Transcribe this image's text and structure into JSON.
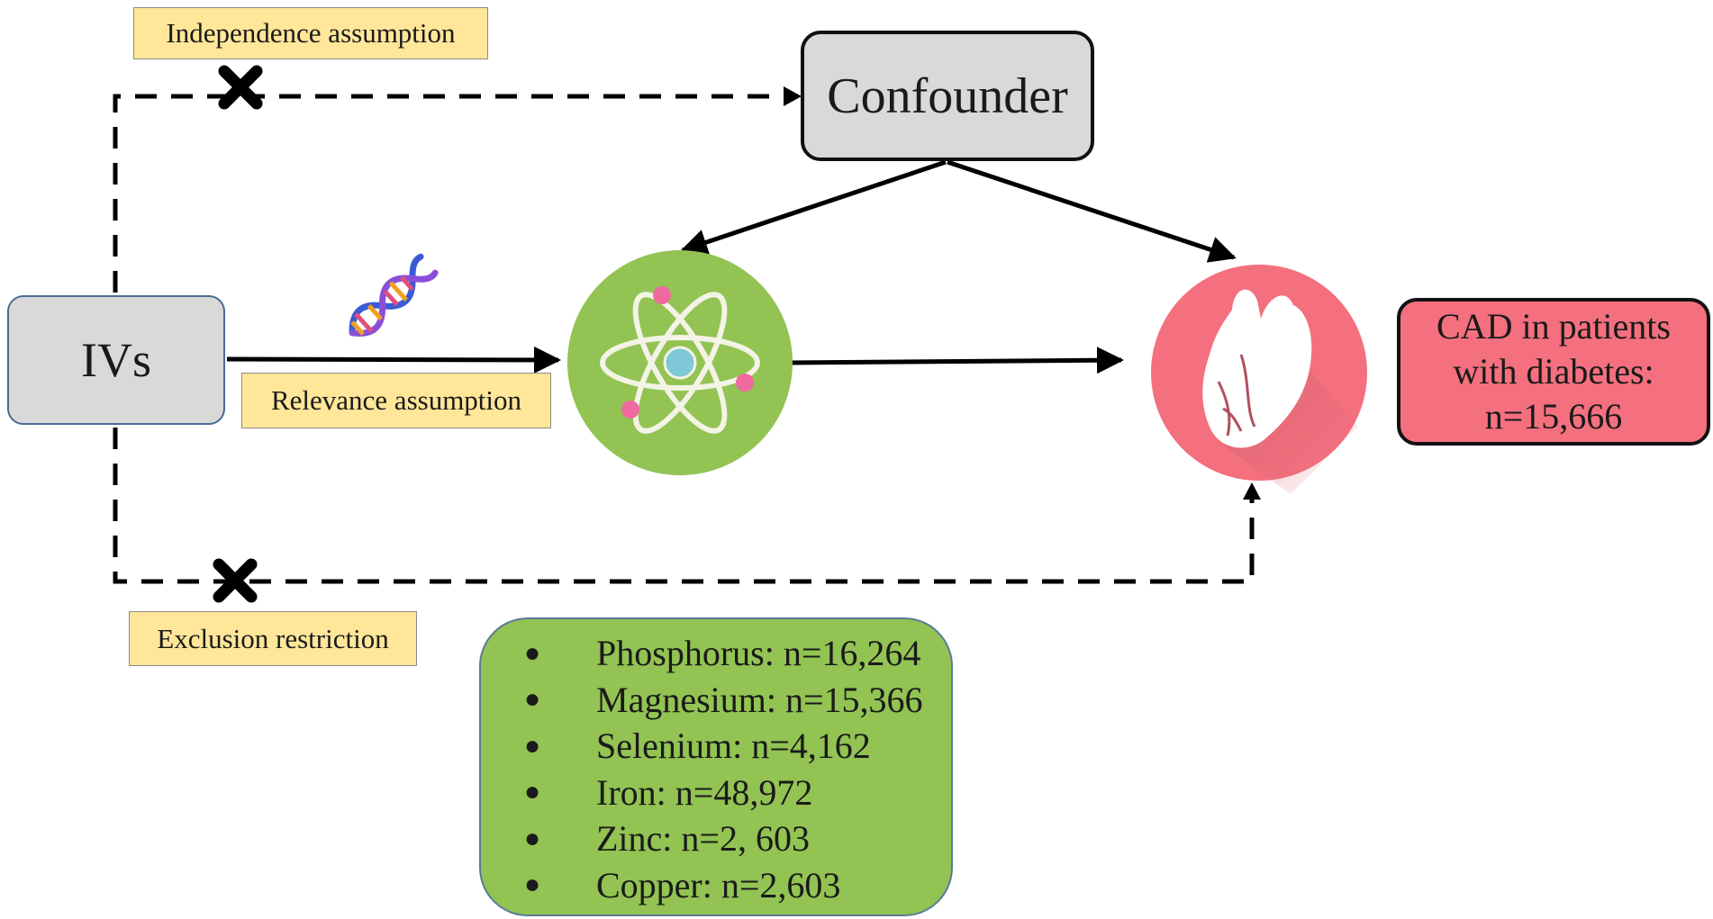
{
  "labels": {
    "independence": "Independence assumption",
    "relevance": "Relevance assumption",
    "exclusion": "Exclusion restriction"
  },
  "nodes": {
    "ivs": "IVs",
    "confounder": "Confounder",
    "outcome": {
      "line1": "CAD in patients",
      "line2": "with diabetes:",
      "line3": "n=15,666"
    }
  },
  "exposures": [
    {
      "text": "Phosphorus: n=16,264"
    },
    {
      "text": "Magnesium: n=15,366"
    },
    {
      "text": "Selenium: n=4,162"
    },
    {
      "text": "Iron: n=48,972"
    },
    {
      "text": "Zinc: n=2, 603"
    },
    {
      "text": "Copper: n=2,603"
    }
  ],
  "icons": {
    "exposure": "atom-icon",
    "outcome": "heart-icon",
    "genetic": "dna-icon",
    "violation": "cross-mark-icon"
  },
  "colors": {
    "node_gray": "#d9d9d9",
    "label_yellow": "#ffe699",
    "exposure_green": "#92c353",
    "outcome_pink": "#f4707f",
    "heart_circle": "#f4707f"
  }
}
